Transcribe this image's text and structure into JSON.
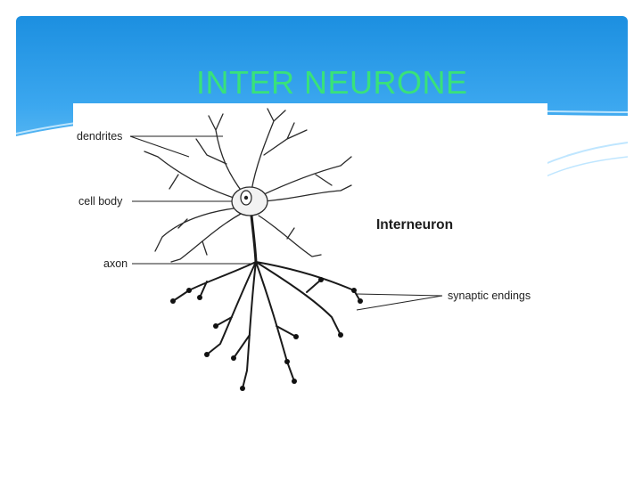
{
  "slide": {
    "title": "INTER NEURONE",
    "title_color": "#39e27a",
    "header_color": "#2a9be8"
  },
  "figure": {
    "heading": "Interneuron",
    "labels": {
      "dendrites": "dendrites",
      "cell_body": "cell body",
      "axon": "axon",
      "synaptic_endings": "synaptic endings"
    }
  }
}
